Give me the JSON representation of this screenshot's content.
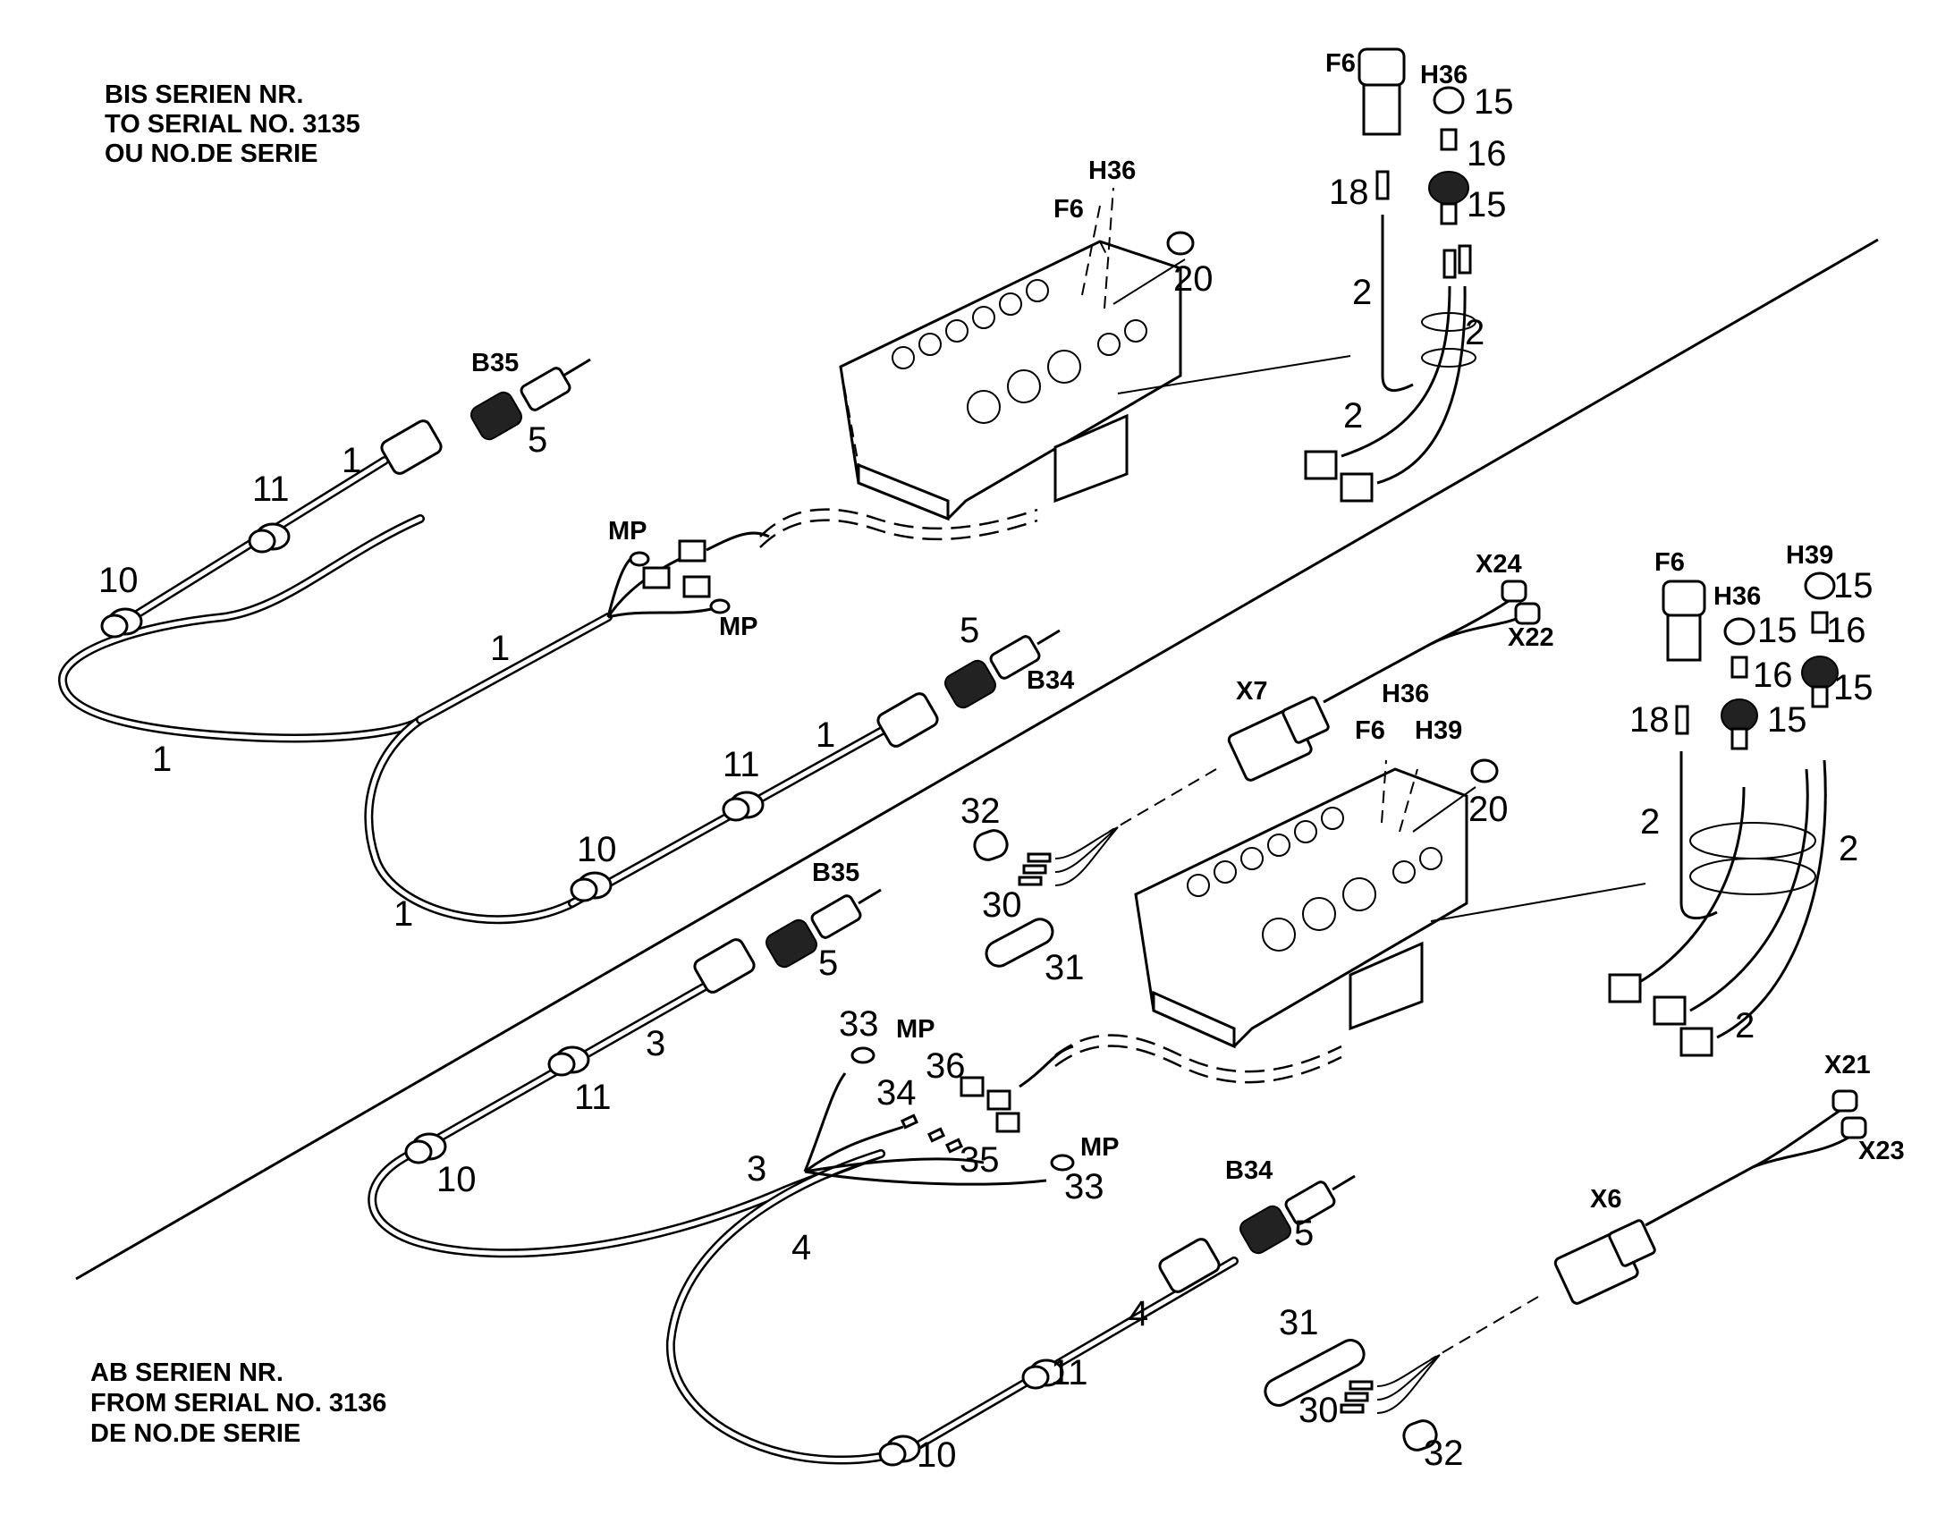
{
  "header_top": {
    "line1": "BIS SERIEN NR.",
    "line2": "TO SERIAL NO. 3135",
    "line3": "OU NO.DE SERIE"
  },
  "header_bottom": {
    "line1": "AB SERIEN NR.",
    "line2": "FROM SERIAL NO. 3136",
    "line3": "DE NO.DE SERIE"
  },
  "labels": {
    "f6": "F6",
    "h36": "H36",
    "h39": "H39",
    "b34": "B34",
    "b35": "B35",
    "mp": "MP",
    "x6": "X6",
    "x7": "X7",
    "x21": "X21",
    "x22": "X22",
    "x23": "X23",
    "x24": "X24",
    "n1": "1",
    "n2": "2",
    "n3": "3",
    "n4": "4",
    "n5": "5",
    "n10": "10",
    "n11": "11",
    "n15": "15",
    "n16": "16",
    "n18": "18",
    "n20": "20",
    "n30": "30",
    "n31": "31",
    "n32": "32",
    "n33": "33",
    "n34": "34",
    "n35": "35",
    "n36": "36"
  }
}
